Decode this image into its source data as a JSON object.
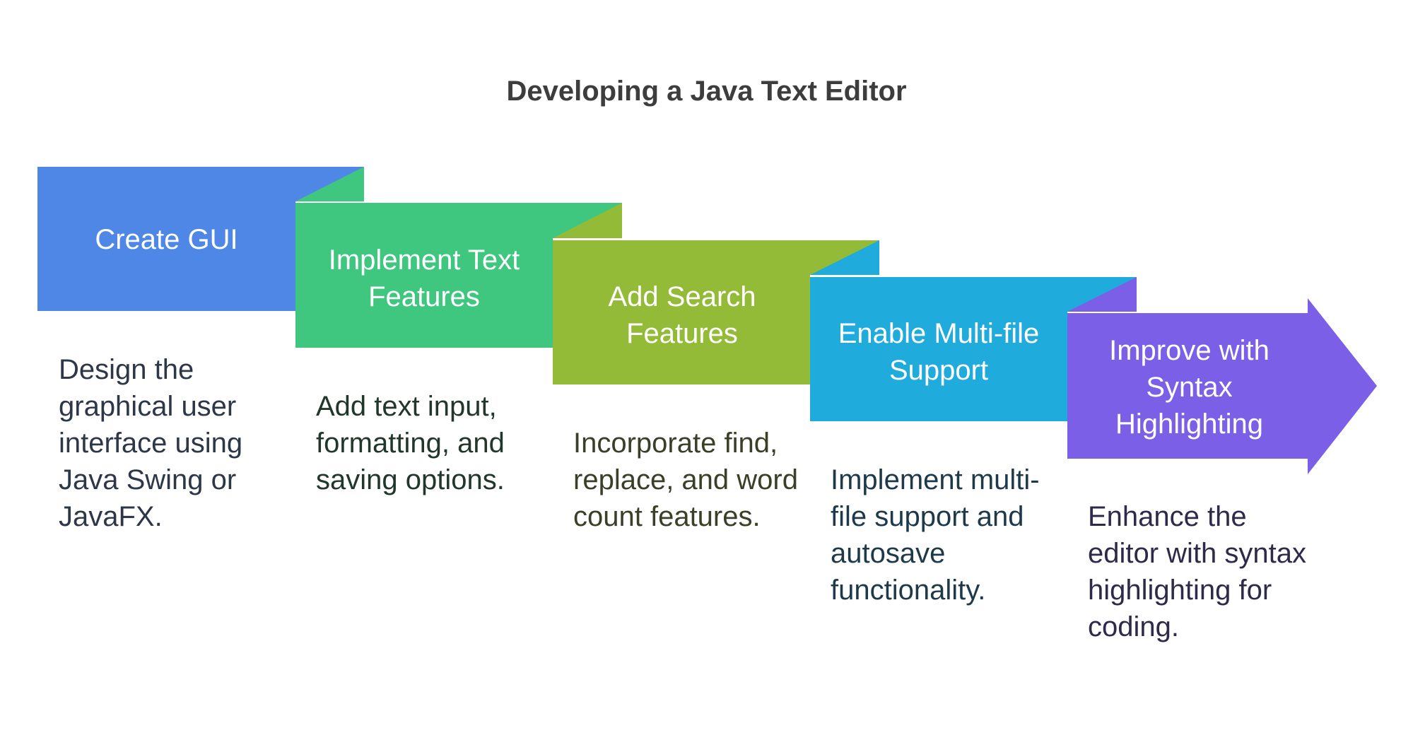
{
  "title": "Developing a Java Text Editor",
  "steps": [
    {
      "label": "Create GUI",
      "description": "Design the graphical user interface using Java Swing or JavaFX.",
      "color": "#4f87e6",
      "fold_color": "#3fc77f",
      "desc_color": "#2d3748"
    },
    {
      "label": "Implement Text Features",
      "description": "Add text input, formatting, and saving options.",
      "color": "#3fc77f",
      "fold_color": "#94bb37",
      "desc_color": "#22372c"
    },
    {
      "label": "Add Search Features",
      "description": "Incorporate find, replace, and word count features.",
      "color": "#94bb37",
      "fold_color": "#1fabdb",
      "desc_color": "#3a3f27"
    },
    {
      "label": "Enable Multi-file Support",
      "description": "Implement multi-file support and autosave functionality.",
      "color": "#1fabdb",
      "fold_color": "#7b5fe6",
      "desc_color": "#1e3a4a"
    },
    {
      "label": "Improve with Syntax Highlighting",
      "description": "Enhance the editor with syntax highlighting for coding.",
      "color": "#7b5fe6",
      "fold_color": null,
      "desc_color": "#2e2a4a"
    }
  ]
}
